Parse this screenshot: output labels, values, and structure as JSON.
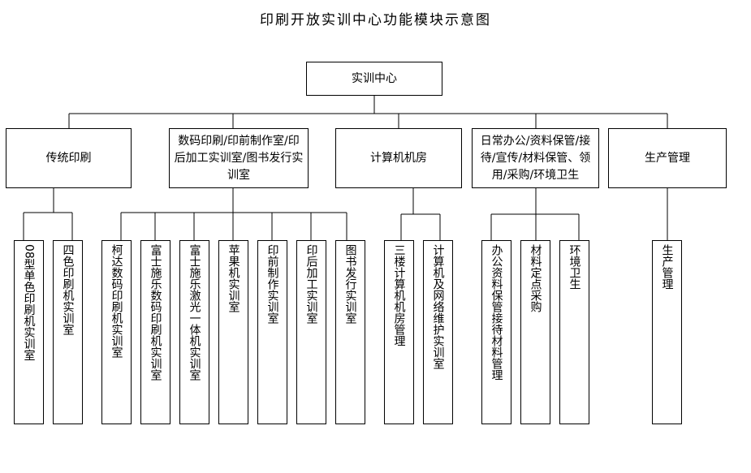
{
  "title": "印刷开放实训中心功能模块示意图",
  "root": {
    "label": "实训中心"
  },
  "mid_nodes": [
    {
      "label": "传统印刷"
    },
    {
      "label": "数码印刷/印前制作室/印后加工实训室/图书发行实训室"
    },
    {
      "label": "计算机机房"
    },
    {
      "label": "日常办公/资料保管/接待/宣传/材料保管、领用/采购/环境卫生"
    },
    {
      "label": "生产管理"
    }
  ],
  "leaf_nodes": [
    {
      "label": "08型单色印刷机实训室"
    },
    {
      "label": "四色印刷机实训室"
    },
    {
      "label": "柯达数码印刷机实训室"
    },
    {
      "label": "富士施乐数码印刷机实训室"
    },
    {
      "label": "富士施乐激光一体机实训室"
    },
    {
      "label": "苹果机实训室"
    },
    {
      "label": "印前制作实训室"
    },
    {
      "label": "印后加工实训室"
    },
    {
      "label": "图书发行实训室"
    },
    {
      "label": "三楼计算机机房管理"
    },
    {
      "label": "计算机及网络维护实训室"
    },
    {
      "label": "办公资料保管接待材料管理"
    },
    {
      "label": "材料定点采购"
    },
    {
      "label": "环境卫生"
    },
    {
      "label": "生产管理"
    }
  ]
}
